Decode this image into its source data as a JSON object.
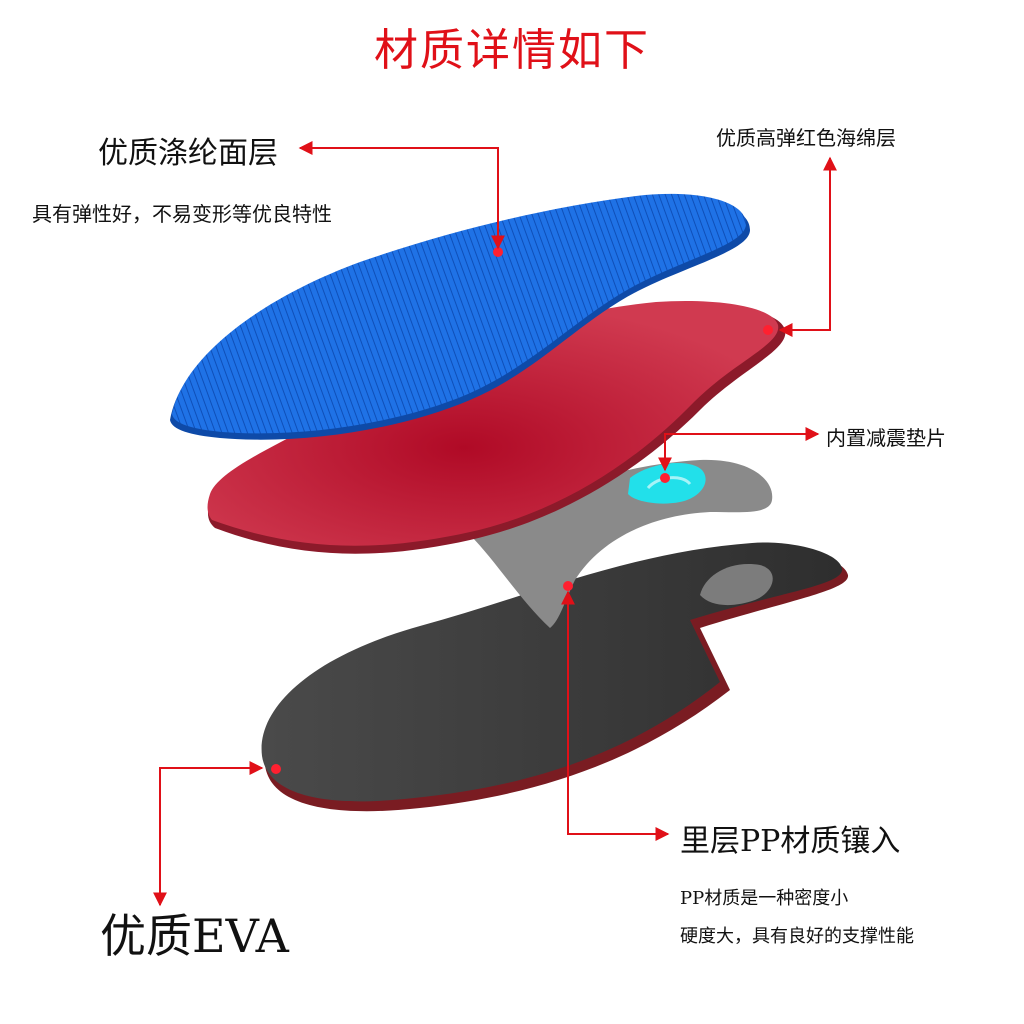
{
  "title": "材质详情如下",
  "labels": {
    "top_layer": "优质涤纶面层",
    "top_layer_desc": "具有弹性好，不易变形等优良特性",
    "red_layer": "优质高弹红色海绵层",
    "cushion": "内置减震垫片",
    "pp_layer": "里层PP材质镶入",
    "pp_desc_1": "PP材质是一种密度小",
    "pp_desc_2": "硬度大，具有良好的支撑性能",
    "eva": "优质EVA"
  },
  "colors": {
    "title": "#e01018",
    "arrow": "#e01018",
    "blue_layer": "#1a6fe0",
    "red_layer": "#c0263a",
    "pp_layer": "#8a8a8a",
    "cushion_pad": "#22e0ea",
    "eva_layer": "#3a3a3a"
  }
}
